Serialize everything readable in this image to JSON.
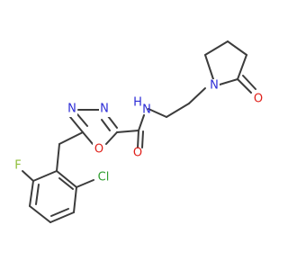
{
  "colors": {
    "background": "#ffffff",
    "bond": "#3c3c3c",
    "nitrogen": "#2c2cd6",
    "oxygen": "#e0201a",
    "fluorine": "#8fbf3a",
    "chlorine": "#2f9e2f"
  },
  "atoms": {
    "n_ring_left": "N",
    "n_ring_right": "N",
    "o_ring": "O",
    "n_amide": "N",
    "h_amide": "H",
    "o_carbonyl": "O",
    "n_pyrrolidine": "N",
    "o_lactam": "O",
    "f_sub": "F",
    "cl_sub": "Cl"
  }
}
